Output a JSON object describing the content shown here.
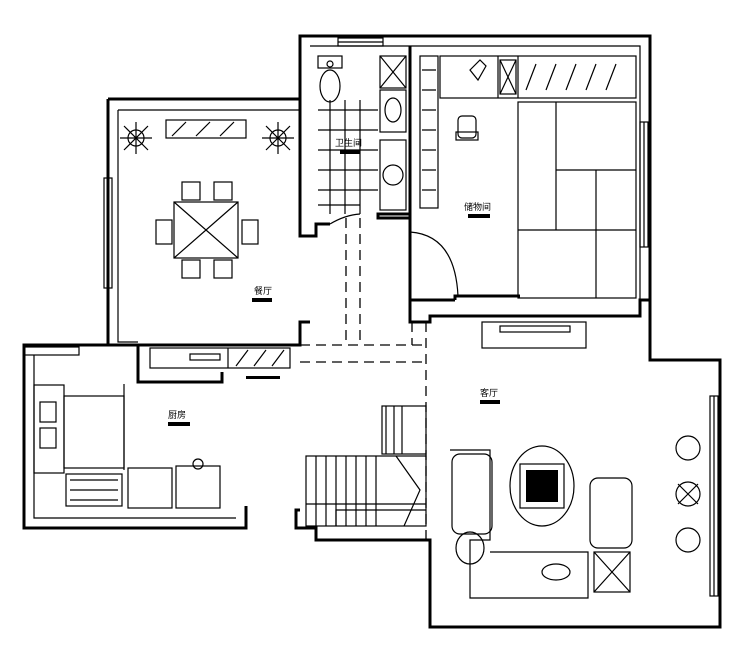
{
  "rooms": {
    "bathroom": {
      "label": "卫生间"
    },
    "study": {
      "label": "储物间"
    },
    "dining": {
      "label": "餐厅"
    },
    "kitchen": {
      "label": "厨房"
    },
    "living": {
      "label": "客厅"
    }
  },
  "colors": {
    "line": "#000000",
    "background": "#ffffff"
  }
}
